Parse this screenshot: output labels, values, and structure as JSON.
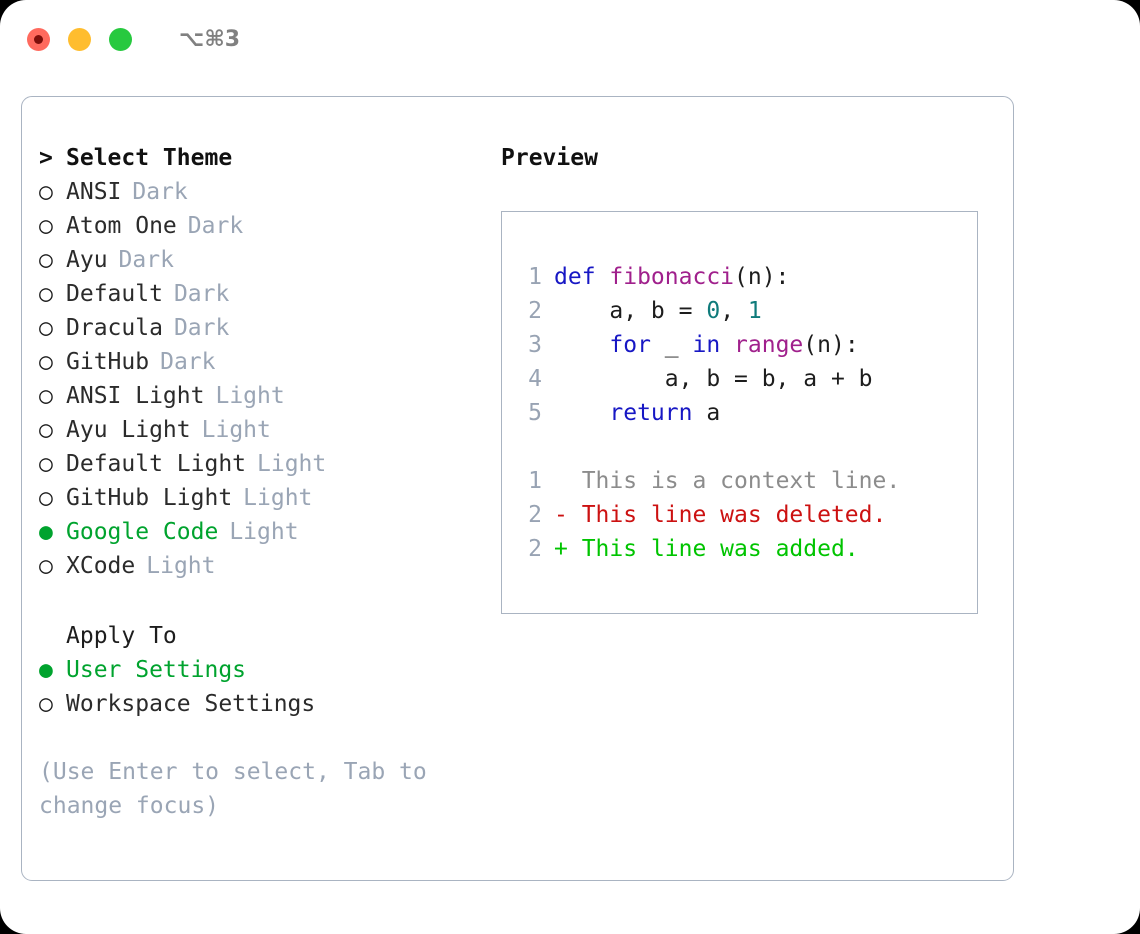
{
  "window": {
    "shortcut": "⌥⌘3",
    "traffic_lights": [
      {
        "name": "close",
        "color": "#ff6a5e"
      },
      {
        "name": "minimize",
        "color": "#ffbd2e"
      },
      {
        "name": "maximize",
        "color": "#27c93f"
      }
    ]
  },
  "theme_list": {
    "header_marker": ">",
    "header_label": "Select Theme",
    "marker_unselected": "○",
    "marker_selected": "●",
    "items": [
      {
        "label": "ANSI",
        "tag": "Dark",
        "selected": false
      },
      {
        "label": "Atom One",
        "tag": "Dark",
        "selected": false
      },
      {
        "label": "Ayu",
        "tag": "Dark",
        "selected": false
      },
      {
        "label": "Default",
        "tag": "Dark",
        "selected": false
      },
      {
        "label": "Dracula",
        "tag": "Dark",
        "selected": false
      },
      {
        "label": "GitHub",
        "tag": "Dark",
        "selected": false
      },
      {
        "label": "ANSI Light",
        "tag": "Light",
        "selected": false
      },
      {
        "label": "Ayu Light",
        "tag": "Light",
        "selected": false
      },
      {
        "label": "Default Light",
        "tag": "Light",
        "selected": false
      },
      {
        "label": "GitHub Light",
        "tag": "Light",
        "selected": false
      },
      {
        "label": "Google Code",
        "tag": "Light",
        "selected": true
      },
      {
        "label": "XCode",
        "tag": "Light",
        "selected": false
      }
    ]
  },
  "apply_to": {
    "title": "Apply To",
    "items": [
      {
        "label": "User Settings",
        "selected": true
      },
      {
        "label": "Workspace Settings",
        "selected": false
      }
    ]
  },
  "hint": "(Use Enter to select, Tab to change focus)",
  "preview": {
    "title": "Preview",
    "code_lines": [
      {
        "lineno": "1",
        "tokens": [
          {
            "text": "def ",
            "type": "kw"
          },
          {
            "text": "fibonacci",
            "type": "fn"
          },
          {
            "text": "(n):",
            "type": "pln"
          }
        ]
      },
      {
        "lineno": "2",
        "tokens": [
          {
            "text": "    a, b = ",
            "type": "pln"
          },
          {
            "text": "0",
            "type": "num"
          },
          {
            "text": ", ",
            "type": "pln"
          },
          {
            "text": "1",
            "type": "num"
          }
        ]
      },
      {
        "lineno": "3",
        "tokens": [
          {
            "text": "    for ",
            "type": "kw"
          },
          {
            "text": "_ ",
            "type": "pln"
          },
          {
            "text": "in ",
            "type": "kw"
          },
          {
            "text": "range",
            "type": "fn"
          },
          {
            "text": "(n):",
            "type": "pln"
          }
        ]
      },
      {
        "lineno": "4",
        "tokens": [
          {
            "text": "        a, b = b, a + b",
            "type": "pln"
          }
        ]
      },
      {
        "lineno": "5",
        "tokens": [
          {
            "text": "    return ",
            "type": "kw"
          },
          {
            "text": "a",
            "type": "pln"
          }
        ]
      }
    ],
    "diff_lines": [
      {
        "lineno": "1",
        "prefix": "  ",
        "text": "This is a context line.",
        "type": "ctx"
      },
      {
        "lineno": "2",
        "prefix": "- ",
        "text": "This line was deleted.",
        "type": "del"
      },
      {
        "lineno": "2",
        "prefix": "+ ",
        "text": "This line was added.",
        "type": "add"
      }
    ]
  },
  "colors": {
    "accent_green": "#00a32e",
    "diff_added": "#00c400",
    "diff_deleted": "#cc1111",
    "diff_context": "#8c8c8c",
    "keyword": "#1717c4",
    "function": "#a0208c",
    "number": "#0f7b7b",
    "muted_tag": "#9aa5b5",
    "border": "#aab4c2"
  }
}
